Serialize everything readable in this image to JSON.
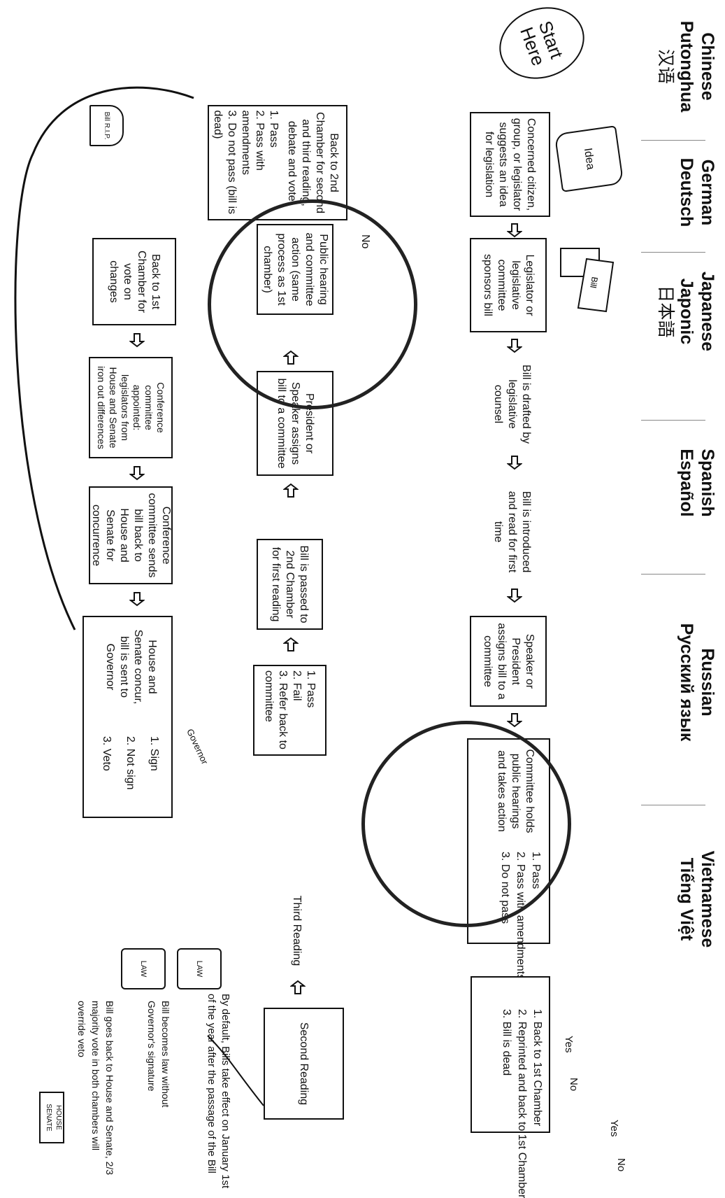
{
  "languages": [
    {
      "en": "Chinese",
      "native1": "Putonghua",
      "native2": "汉语"
    },
    {
      "en": "German",
      "native1": "Deutsch",
      "native2": ""
    },
    {
      "en": "Japanese",
      "native1": "Japonic",
      "native2": "日本語"
    },
    {
      "en": "Spanish",
      "native1": "Español",
      "native2": ""
    },
    {
      "en": "Russian",
      "native1": "Русский язык",
      "native2": ""
    },
    {
      "en": "Vietnamese",
      "native1": "Tiếng Việt",
      "native2": ""
    }
  ],
  "start": "Start Here",
  "row1": {
    "idea_label": "Idea",
    "b1": "Concerned citizen, group, or legislator suggests an idea for legislation",
    "b2": "Legislator or legislative committee sponsors bill",
    "b3": "Bill is drafted by legislative counsel",
    "b4": "Bill is introduced and read for first time",
    "b5": "Speaker or President assigns bill to a committee",
    "b6": "Committee holds public hearings and takes action",
    "b7_options": [
      "1. Pass",
      "2. Pass with amendments",
      "3. Do not pass"
    ],
    "b7_results": [
      "1. Back to 1st Chamber",
      "2. Reprinted and back to 1st Chamber",
      "3. Bill is dead"
    ],
    "votes": [
      "Yes",
      "No",
      "Yes",
      "No"
    ]
  },
  "row2": {
    "b1": "Back to 2nd Chamber for second and third reading, debate and vote:",
    "b1_options": [
      "1. Pass",
      "2. Pass with amendments",
      "3. Do not pass (bill is dead)"
    ],
    "b2": "Public hearing and committee action (same process as 1st chamber)",
    "b2_no": "No",
    "b3": "President or Speaker assigns bill to a committee",
    "b4": "Bill is passed to 2nd Chamber for first reading",
    "b5_options": [
      "1. Pass",
      "2. Fail",
      "3. Refer back to committee"
    ],
    "b6": "Third Reading",
    "b7": "Second Reading",
    "bill_label": "Bill"
  },
  "row3": {
    "b1": "Back to 1st Chamber for vote on changes",
    "b2": "Conference committee appointed: legislators from House and Senate iron out differences",
    "b3": "Conference committee sends bill back to House and Senate for concurrence",
    "b4": "House and Senate concur, bill is sent to Governor",
    "governor_label": "Governor",
    "gov_options": [
      "1. Sign",
      "2. Not sign",
      "3. Veto"
    ],
    "law_label": "LAW"
  },
  "notes": {
    "default": "By default, Bills take effect on January 1st of the year after the passage of the Bill",
    "no_sign": "Bill becomes law without Governor's signature",
    "veto": "Bill goes back to House and Senate, 2/3 majority vote in both chambers will override veto",
    "house_senate": "HOUSE SENATE"
  },
  "tombstone": "Bill R.I.P."
}
